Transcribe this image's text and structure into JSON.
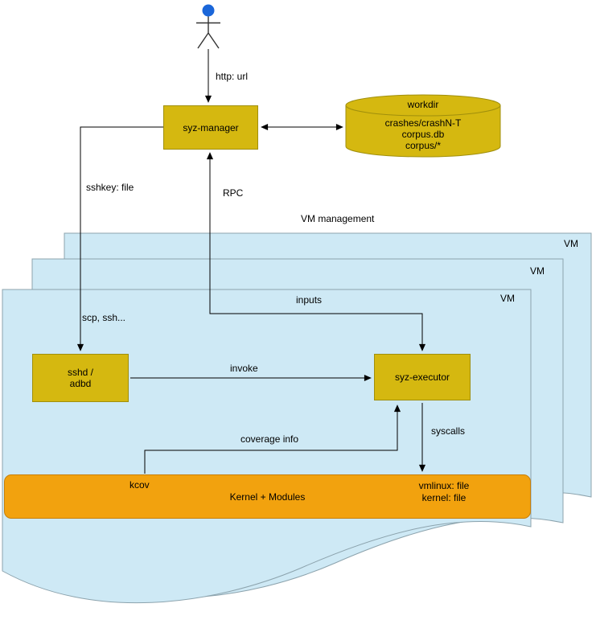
{
  "colors": {
    "node_yellow": "#d5b810",
    "node_yellow_border": "#a08f0c",
    "vm_blue": "#cee9f5",
    "vm_border": "#8ca3ad",
    "kernel_orange": "#f2a20e",
    "kernel_border": "#c77f0a",
    "actor_blue": "#1a66d9",
    "line_color": "#000000"
  },
  "edges": {
    "http": "http: url",
    "sshkey": "sshkey: file",
    "rpc": "RPC",
    "inputs": "inputs",
    "scp_ssh": "scp, ssh...",
    "invoke": "invoke",
    "syscalls": "syscalls",
    "coverage": "coverage info"
  },
  "labels": {
    "vm_management": "VM management"
  },
  "nodes": {
    "syz_manager": {
      "label": "syz-manager"
    },
    "workdir": {
      "title": "workdir",
      "lines": [
        "crashes/crashN-T",
        "corpus.db",
        "corpus/*"
      ]
    },
    "sshd": {
      "lines": [
        "sshd /",
        "adbd"
      ]
    },
    "syz_executor": {
      "label": "syz-executor"
    },
    "kernel": {
      "label": "Kernel + Modules",
      "kcov": "kcov",
      "vmlinux": "vmlinux: file",
      "kernel_file": "kernel: file"
    }
  },
  "vms": [
    {
      "label": "VM"
    },
    {
      "label": "VM"
    },
    {
      "label": "VM"
    }
  ]
}
